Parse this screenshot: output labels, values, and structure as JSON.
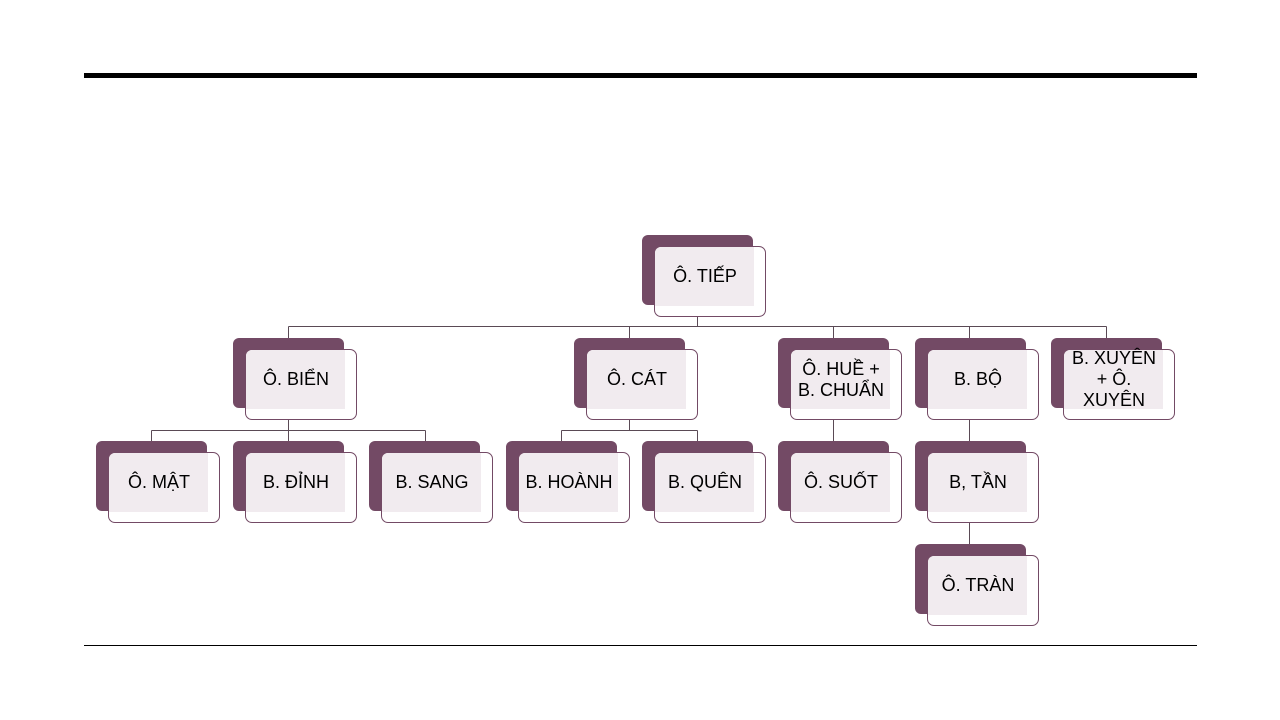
{
  "chart": {
    "nodes": {
      "root": "Ô. TIẾP",
      "bien": "Ô. BIỂN",
      "cat": "Ô. CÁT",
      "hue": "Ô. HUỀ + B. CHUẨN",
      "bo": "B. BỘ",
      "xuyen": "B. XUYÊN + Ô. XUYÊN",
      "mat": "Ô. MẬT",
      "dinh": "B. ĐỈNH",
      "sang": "B. SANG",
      "hoanh": "B. HOÀNH",
      "quen": "B. QUÊN",
      "suot": "Ô. SUỐT",
      "tan": "B, TẦN",
      "tran": "Ô. TRÀN"
    },
    "colors": {
      "node_back": "#734a65",
      "node_front_tint": "#f1ebef",
      "connector": "#5a4a55",
      "rule": "#000000"
    }
  }
}
